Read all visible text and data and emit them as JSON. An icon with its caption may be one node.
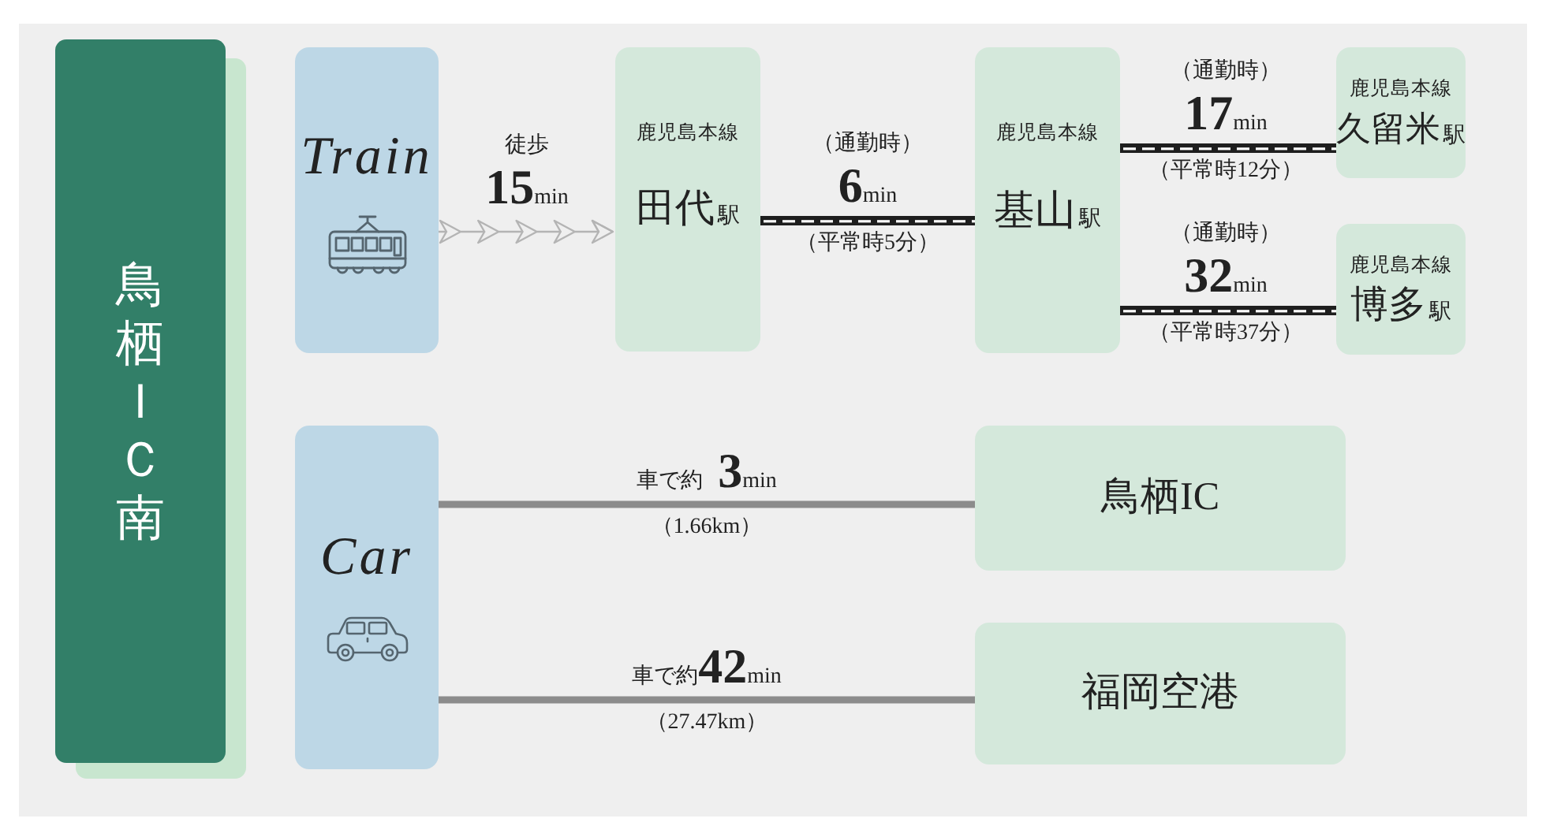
{
  "diagram": {
    "nodes": [
      {
        "text": [
          "鳥栖ＩＣ南"
        ]
      },
      {
        "text": [
          "Train"
        ]
      },
      {
        "text": [
          "鹿児島本線",
          "田代$_{駅}$"
        ]
      },
      {
        "text": [
          "鹿児島本線",
          "基山$_{駅}$"
        ]
      },
      {
        "text": [
          "鹿児島本線",
          "久留米$_{駅}$"
        ]
      },
      {
        "text": [
          "鹿児島本線",
          "博多$_{駅}$"
        ]
      },
      {
        "text": [
          "Car"
        ]
      },
      {
        "text": [
          "鳥栖IC"
        ]
      },
      {
        "text": [
          "福岡空港"
        ]
      }
    ],
    "edges": [
      {
        "from": 1,
        "to": 2,
        "arrow": "to",
        "label": "徒歩 **15**min",
        "color": "#b4b4b4"
      },
      {
        "from": 2,
        "to": 3,
        "arrow": "none",
        "label": "（通勤時） **6**min"
      },
      {
        "from": 3,
        "to": 4,
        "arrow": "none",
        "label": "（通勤時） **17**min"
      },
      {
        "from": 3,
        "to": 5,
        "arrow": "none",
        "label": "（通勤時） **32**min"
      },
      {
        "from": 6,
        "to": 7,
        "arrow": "none",
        "label": "車で約 **3**min",
        "color": "#8c8c8c"
      },
      {
        "from": 6,
        "to": 8,
        "arrow": "none",
        "label": "車で約**42**min",
        "color": "#8c8c8c"
      }
    ],
    "labels": [
      "（平常時5分）",
      "（平常時12分）",
      "（平常時37分）",
      "（1.66km）",
      "（27.47km）"
    ]
  }
}
